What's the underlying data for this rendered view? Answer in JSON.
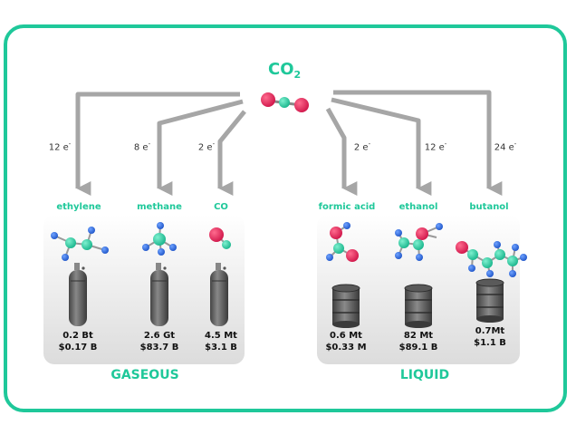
{
  "title": {
    "main": "CO",
    "sub": "2"
  },
  "colors": {
    "accent": "#1fc89a",
    "arrow": "#a6a6a6",
    "carbon": "#2ed1a8",
    "hydrogen": "#2f6fe0",
    "oxygen": "#e8245a"
  },
  "products": [
    {
      "name": "ethylene",
      "electrons": "12 e",
      "amount": "0.2 Bt",
      "value": "$0.17 B",
      "container": "gas-cylinder-icon"
    },
    {
      "name": "methane",
      "electrons": "8 e",
      "amount": "2.6 Gt",
      "value": "$83.7 B",
      "container": "gas-cylinder-icon"
    },
    {
      "name": "CO",
      "electrons": "2 e",
      "amount": "4.5 Mt",
      "value": "$3.1 B",
      "container": "gas-cylinder-icon"
    },
    {
      "name": "formic acid",
      "electrons": "2 e",
      "amount": "0.6 Mt",
      "value": "$0.33 M",
      "container": "barrel-icon"
    },
    {
      "name": "ethanol",
      "electrons": "12 e",
      "amount": "82 Mt",
      "value": "$89.1 B",
      "container": "barrel-icon"
    },
    {
      "name": "butanol",
      "electrons": "24 e",
      "amount": "0.7Mt",
      "value": "$1.1 B",
      "container": "barrel-icon"
    }
  ],
  "electron_superscript": "-",
  "groups": {
    "gaseous": "GASEOUS",
    "liquid": "LIQUID"
  }
}
